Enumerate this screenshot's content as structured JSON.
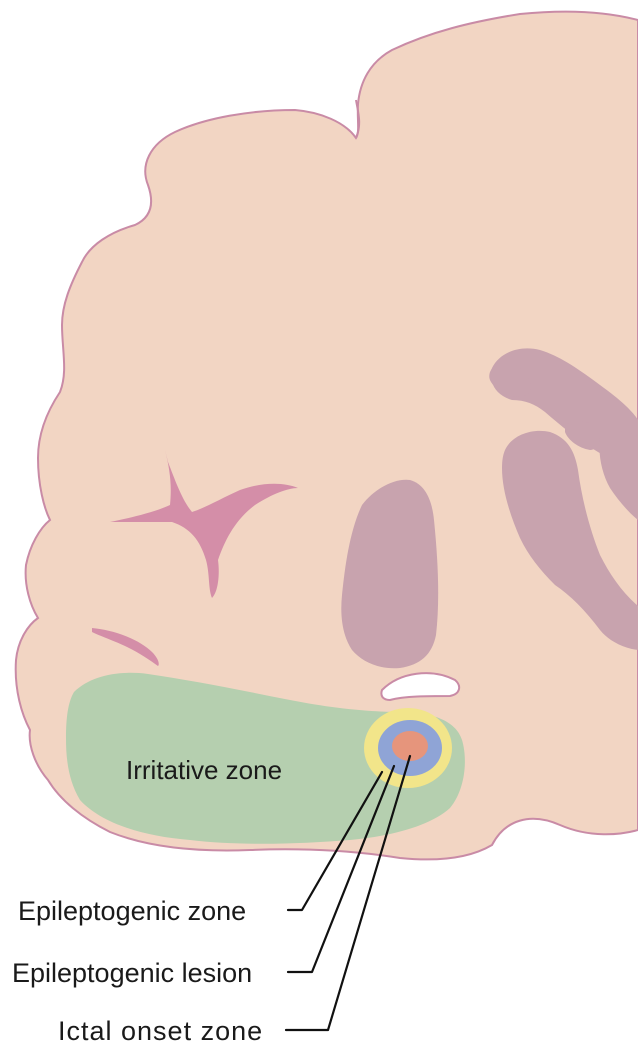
{
  "labels": {
    "irritative_zone": "Irritative zone",
    "epileptogenic_zone": "Epileptogenic zone",
    "epileptogenic_lesion": "Epileptogenic lesion",
    "ictal_onset_zone": "Ictal onset zone"
  },
  "colors": {
    "brain_tissue": "#f2d5c3",
    "brain_outline": "#c98ba6",
    "sulcus_fissure": "#d48ea8",
    "deep_structures": "#c8a3ae",
    "irritative_zone": "#b5cfaf",
    "epileptogenic_zone": "#f2e58a",
    "epileptogenic_lesion": "#8fa4d6",
    "ictal_onset_zone": "#e6957c",
    "leader_lines": "#111111"
  }
}
